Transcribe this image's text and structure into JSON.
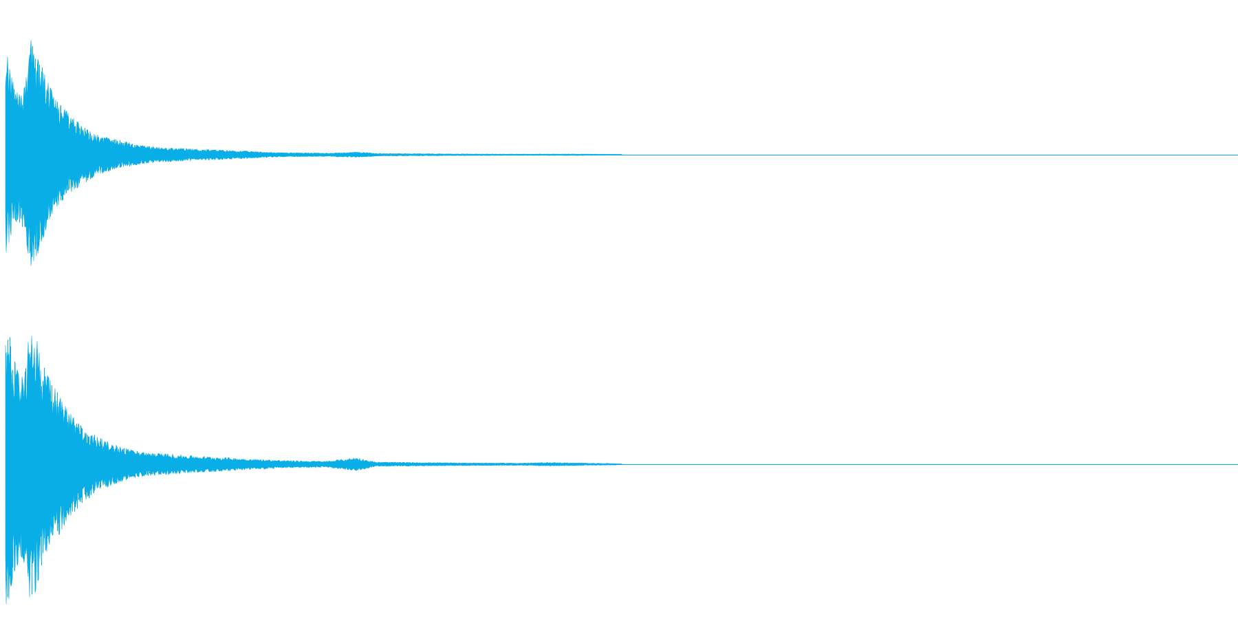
{
  "waveform": {
    "channel_count": 2,
    "color": "#0AAEE6",
    "background": "#FFFFFF",
    "channels": [
      {
        "name": "channel-1",
        "envelope": [
          {
            "t": 0.0,
            "pos": 0.86,
            "neg": 0.84
          },
          {
            "t": 0.004,
            "pos": 0.78,
            "neg": 0.7
          },
          {
            "t": 0.008,
            "pos": 0.62,
            "neg": 0.55
          },
          {
            "t": 0.012,
            "pos": 0.5,
            "neg": 0.62
          },
          {
            "t": 0.016,
            "pos": 0.58,
            "neg": 0.66
          },
          {
            "t": 0.02,
            "pos": 0.98,
            "neg": 0.95
          },
          {
            "t": 0.024,
            "pos": 0.9,
            "neg": 0.88
          },
          {
            "t": 0.028,
            "pos": 0.8,
            "neg": 0.8
          },
          {
            "t": 0.034,
            "pos": 0.62,
            "neg": 0.58
          },
          {
            "t": 0.04,
            "pos": 0.48,
            "neg": 0.46
          },
          {
            "t": 0.05,
            "pos": 0.36,
            "neg": 0.34
          },
          {
            "t": 0.06,
            "pos": 0.26,
            "neg": 0.27
          },
          {
            "t": 0.07,
            "pos": 0.19,
            "neg": 0.2
          },
          {
            "t": 0.08,
            "pos": 0.15,
            "neg": 0.15
          },
          {
            "t": 0.095,
            "pos": 0.12,
            "neg": 0.11
          },
          {
            "t": 0.11,
            "pos": 0.08,
            "neg": 0.08
          },
          {
            "t": 0.13,
            "pos": 0.06,
            "neg": 0.06
          },
          {
            "t": 0.155,
            "pos": 0.05,
            "neg": 0.05
          },
          {
            "t": 0.18,
            "pos": 0.04,
            "neg": 0.04
          },
          {
            "t": 0.2,
            "pos": 0.03,
            "neg": 0.03
          },
          {
            "t": 0.22,
            "pos": 0.02,
            "neg": 0.02
          },
          {
            "t": 0.26,
            "pos": 0.015,
            "neg": 0.015
          },
          {
            "t": 0.29,
            "pos": 0.025,
            "neg": 0.025
          },
          {
            "t": 0.3,
            "pos": 0.012,
            "neg": 0.012
          },
          {
            "t": 0.36,
            "pos": 0.008,
            "neg": 0.008
          },
          {
            "t": 0.42,
            "pos": 0.006,
            "neg": 0.006
          },
          {
            "t": 0.46,
            "pos": 0.007,
            "neg": 0.007
          },
          {
            "t": 0.495,
            "pos": 0.004,
            "neg": 0.004
          },
          {
            "t": 0.5,
            "pos": 0.0,
            "neg": 0.0
          },
          {
            "t": 1.0,
            "pos": 0.0,
            "neg": 0.0
          }
        ]
      },
      {
        "name": "channel-2",
        "envelope": [
          {
            "t": 0.0,
            "pos": 0.94,
            "neg": 0.92
          },
          {
            "t": 0.004,
            "pos": 0.82,
            "neg": 0.88
          },
          {
            "t": 0.008,
            "pos": 0.66,
            "neg": 0.7
          },
          {
            "t": 0.012,
            "pos": 0.55,
            "neg": 0.6
          },
          {
            "t": 0.016,
            "pos": 0.62,
            "neg": 0.66
          },
          {
            "t": 0.02,
            "pos": 0.92,
            "neg": 0.9
          },
          {
            "t": 0.024,
            "pos": 0.88,
            "neg": 0.84
          },
          {
            "t": 0.028,
            "pos": 0.7,
            "neg": 0.72
          },
          {
            "t": 0.034,
            "pos": 0.58,
            "neg": 0.56
          },
          {
            "t": 0.04,
            "pos": 0.5,
            "neg": 0.52
          },
          {
            "t": 0.05,
            "pos": 0.36,
            "neg": 0.36
          },
          {
            "t": 0.06,
            "pos": 0.26,
            "neg": 0.28
          },
          {
            "t": 0.07,
            "pos": 0.2,
            "neg": 0.21
          },
          {
            "t": 0.08,
            "pos": 0.16,
            "neg": 0.16
          },
          {
            "t": 0.095,
            "pos": 0.11,
            "neg": 0.11
          },
          {
            "t": 0.11,
            "pos": 0.08,
            "neg": 0.08
          },
          {
            "t": 0.13,
            "pos": 0.07,
            "neg": 0.07
          },
          {
            "t": 0.155,
            "pos": 0.055,
            "neg": 0.055
          },
          {
            "t": 0.18,
            "pos": 0.045,
            "neg": 0.045
          },
          {
            "t": 0.2,
            "pos": 0.035,
            "neg": 0.035
          },
          {
            "t": 0.23,
            "pos": 0.025,
            "neg": 0.025
          },
          {
            "t": 0.26,
            "pos": 0.02,
            "neg": 0.02
          },
          {
            "t": 0.285,
            "pos": 0.045,
            "neg": 0.045
          },
          {
            "t": 0.3,
            "pos": 0.015,
            "neg": 0.015
          },
          {
            "t": 0.36,
            "pos": 0.01,
            "neg": 0.01
          },
          {
            "t": 0.42,
            "pos": 0.008,
            "neg": 0.008
          },
          {
            "t": 0.44,
            "pos": 0.012,
            "neg": 0.012
          },
          {
            "t": 0.495,
            "pos": 0.005,
            "neg": 0.005
          },
          {
            "t": 0.5,
            "pos": 0.0,
            "neg": 0.0
          },
          {
            "t": 1.0,
            "pos": 0.0,
            "neg": 0.0
          }
        ]
      }
    ]
  }
}
